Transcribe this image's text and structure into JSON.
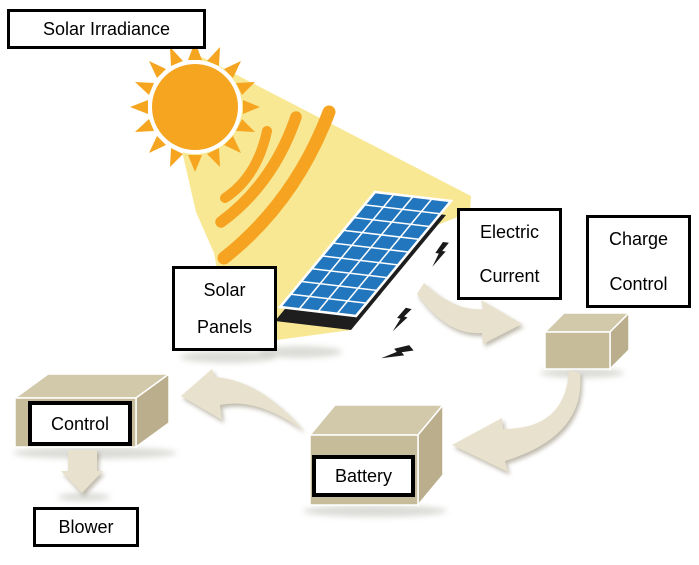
{
  "labels": {
    "solar_irradiance": "Solar Irradiance",
    "solar_panels": {
      "line1": "Solar",
      "line2": "Panels"
    },
    "electric_current": {
      "line1": "Electric",
      "line2": "Current"
    },
    "charge_control": {
      "line1": "Charge",
      "line2": "Control"
    },
    "battery": "Battery",
    "control": "Control",
    "blower": "Blower"
  },
  "icons": {
    "sun": "sun-icon",
    "light_beam": "light-beam",
    "irradiance_waves": "irradiance-waves-icon",
    "solar_panel": "solar-panel-icon",
    "lightning_bolt": "lightning-bolt-icon",
    "curved_flow_arrow": "curved-flow-arrow-icon",
    "down_block_arrow": "down-arrow-icon",
    "component_box": "3d-box-icon"
  },
  "colors": {
    "sun": "#F5A51F",
    "beam": "#F8E894",
    "wave": "#F5A321",
    "panel_blue": "#2176BE",
    "panel_frame": "#1E1E1E",
    "panel_grid": "#FFFFFF",
    "box_front": "#C7BC9A",
    "box_top": "#D2C9AB",
    "box_side": "#BBAE8C",
    "arrow": "#E8E1CD",
    "bolt": "#1A1A1A",
    "ink": "#000000",
    "label_bg": "#FFFFFF"
  }
}
